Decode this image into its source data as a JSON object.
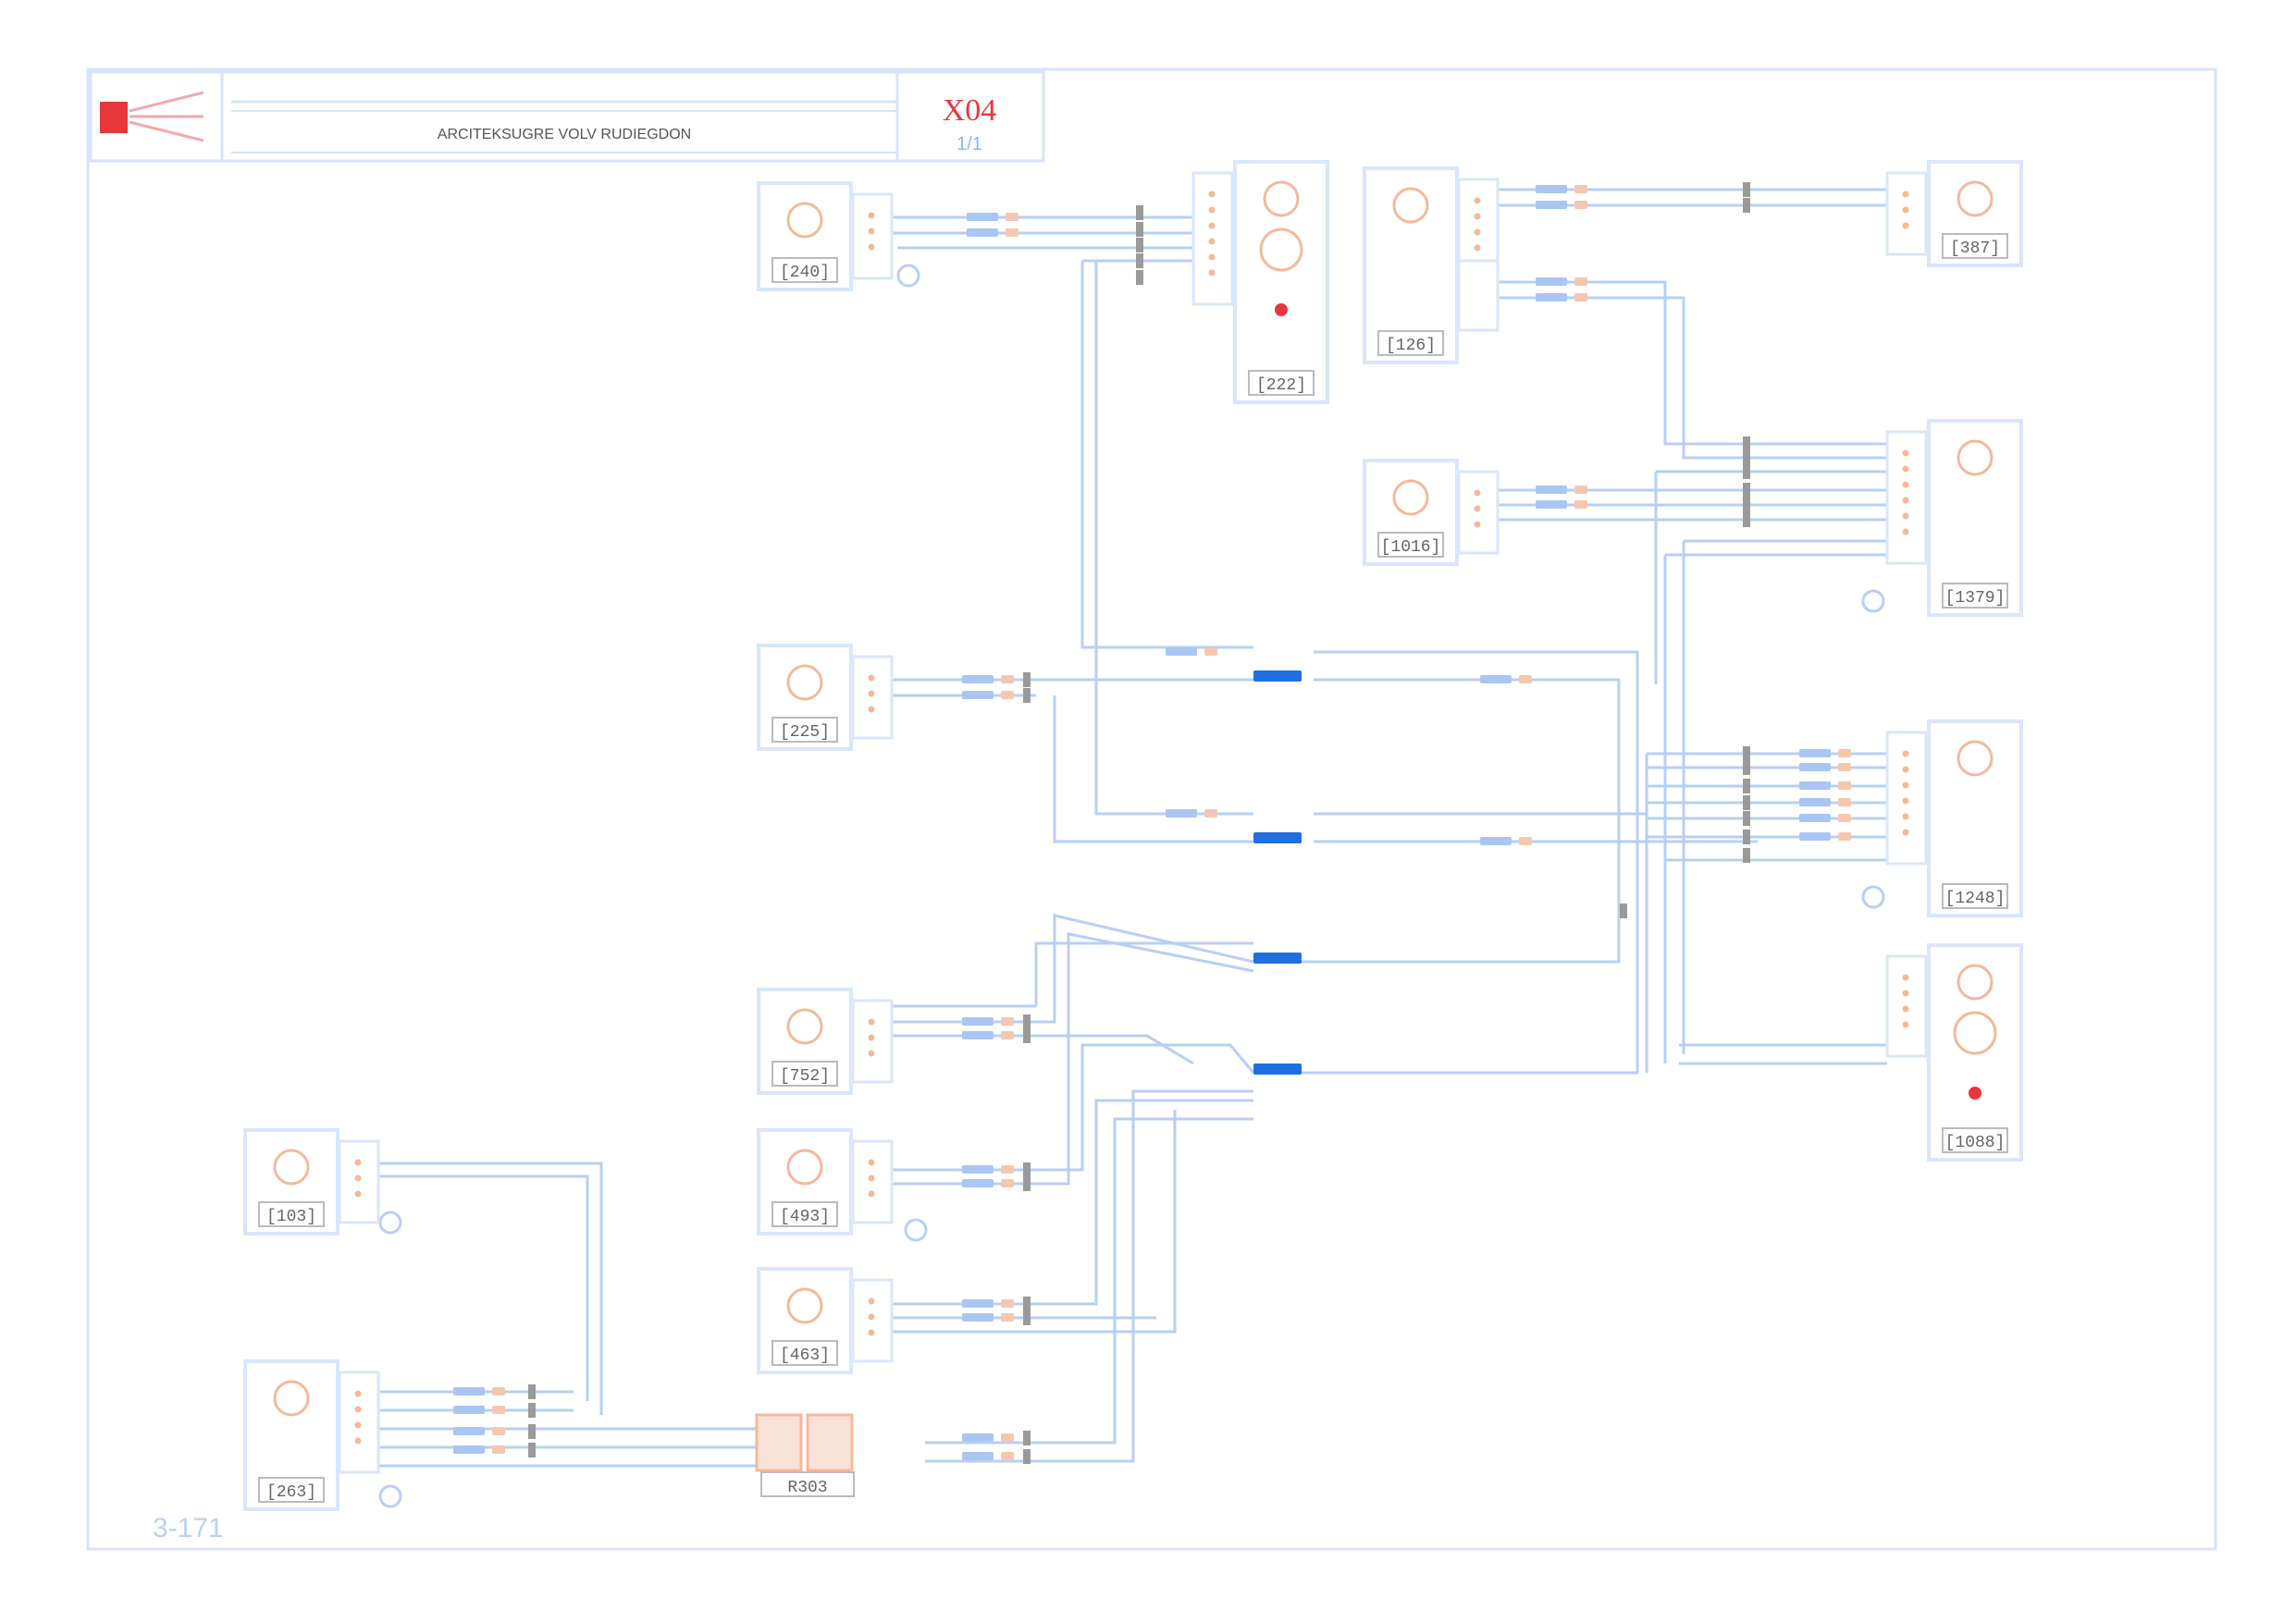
{
  "title_block": {
    "doc_title": "ARCITEKSUGRE VOLV RUDIEGDON",
    "ref_code": "X04",
    "ref_sub": "1/1"
  },
  "components": [
    {
      "id": "c240",
      "label": "[240]"
    },
    {
      "id": "c222",
      "label": "[222]"
    },
    {
      "id": "c126",
      "label": "[126]"
    },
    {
      "id": "c387",
      "label": "[387]"
    },
    {
      "id": "c1016",
      "label": "[1016]"
    },
    {
      "id": "c1379",
      "label": "[1379]"
    },
    {
      "id": "c225",
      "label": "[225]"
    },
    {
      "id": "c1248",
      "label": "[1248]"
    },
    {
      "id": "c752",
      "label": "[752]"
    },
    {
      "id": "c1088",
      "label": "[1088]"
    },
    {
      "id": "c103",
      "label": "[103]"
    },
    {
      "id": "c493",
      "label": "[493]"
    },
    {
      "id": "c463",
      "label": "[463]"
    },
    {
      "id": "c263",
      "label": "[263]"
    },
    {
      "id": "cR303",
      "label": "R303"
    }
  ],
  "page_ref": "3-171",
  "colors": {
    "frame": "#d6e4fb",
    "wire": "#b7cff5",
    "component_body": "#d9e6fb",
    "component_icon": "#f4b99a",
    "splice": "#1f6fe0",
    "header_red": "#e8373c",
    "tick": "#9a9a9a"
  }
}
